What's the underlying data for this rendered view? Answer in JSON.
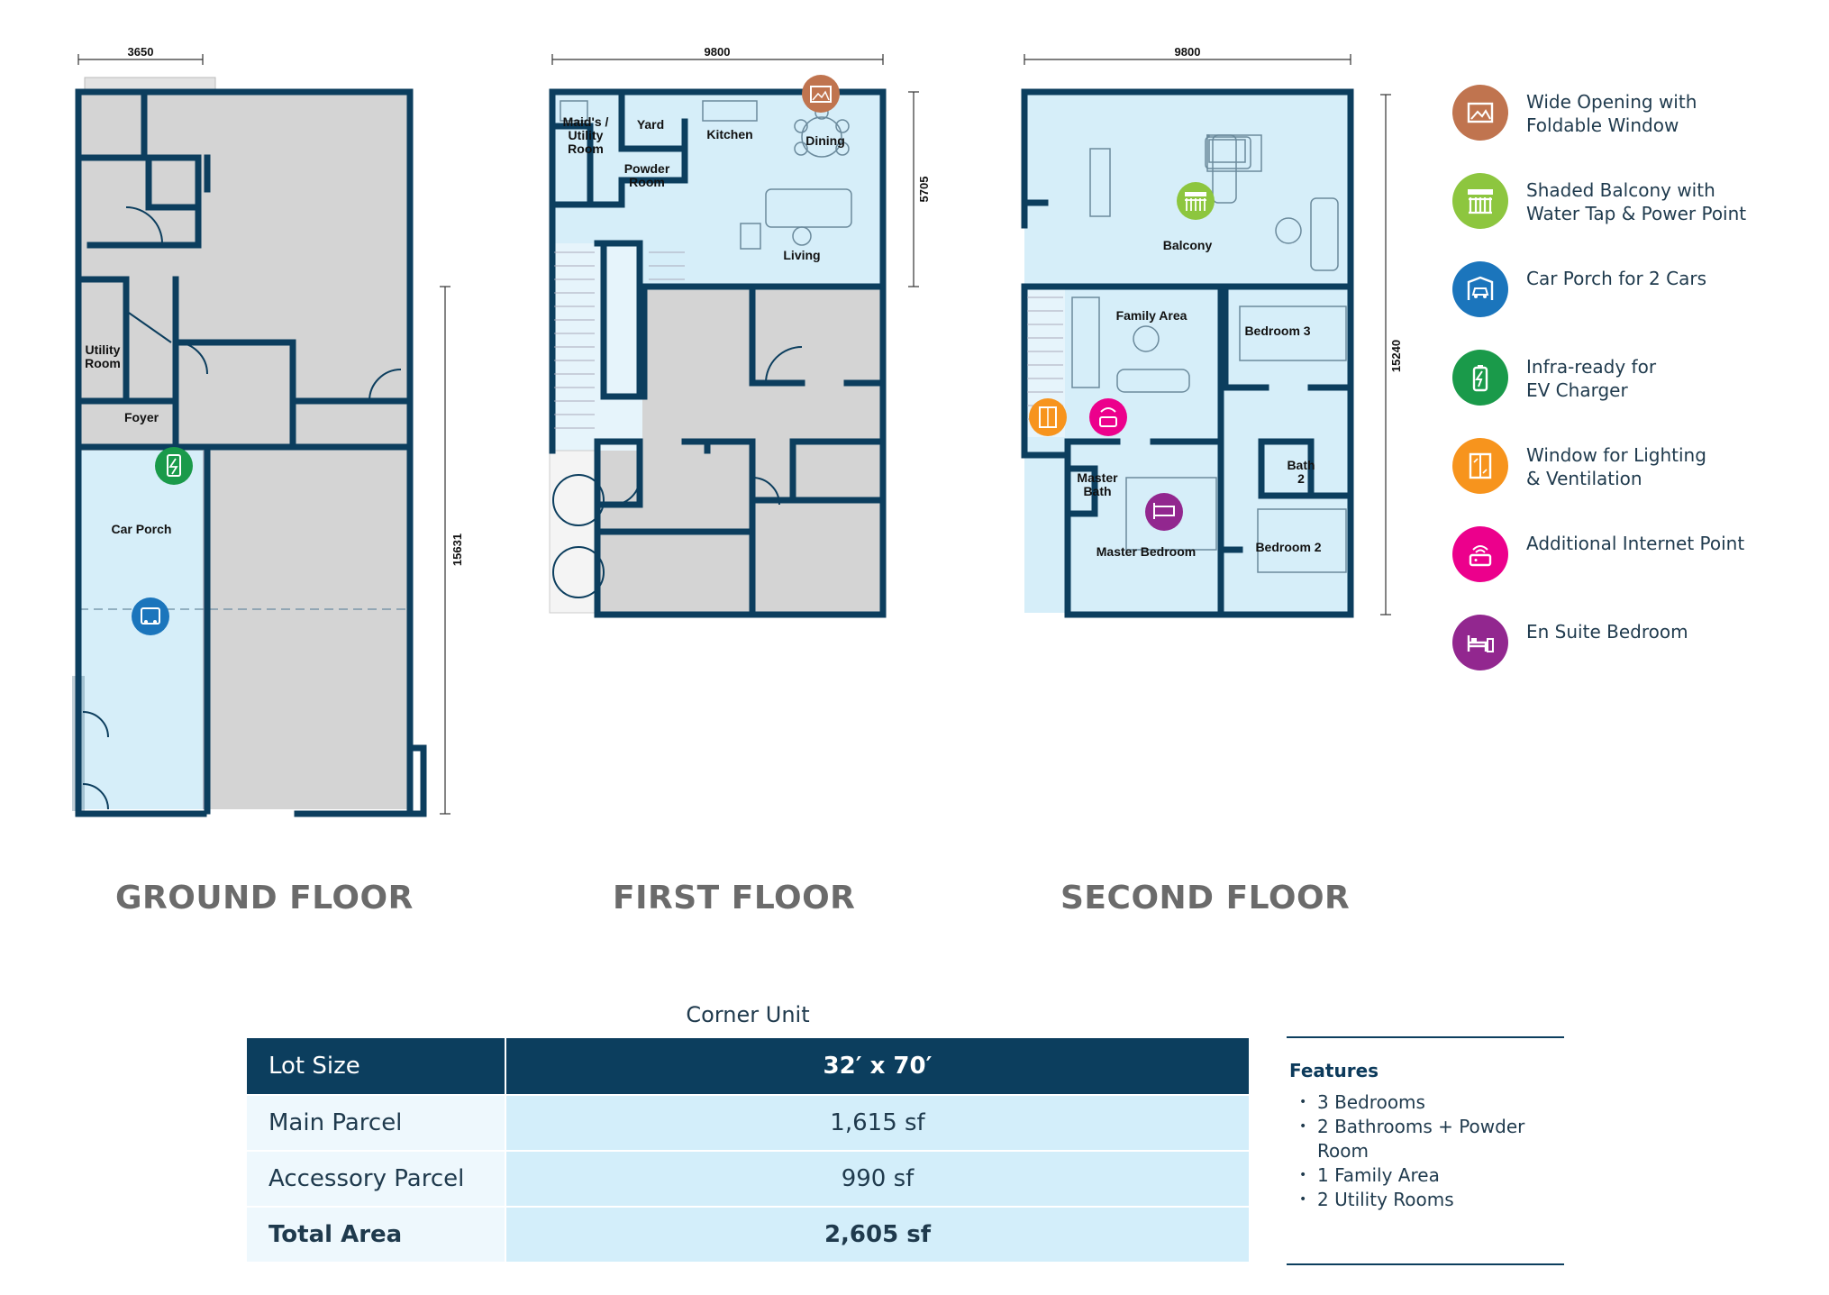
{
  "floors": [
    {
      "key": "ground",
      "title": "GROUND FLOOR",
      "width_dim": "3650",
      "height_dim": "15631",
      "rooms": [
        "Utility\nRoom",
        "Foyer",
        "Car Porch"
      ]
    },
    {
      "key": "first",
      "title": "FIRST FLOOR",
      "width_dim": "9800",
      "height_dim": "5705",
      "rooms": [
        "Maid's /\nUtility\nRoom",
        "Yard",
        "Kitchen",
        "Dining",
        "Powder\nRoom",
        "Living"
      ]
    },
    {
      "key": "second",
      "title": "SECOND FLOOR",
      "width_dim": "9800",
      "height_dim": "15240",
      "rooms": [
        "Balcony",
        "Family Area",
        "Bedroom 3",
        "Master\nBath",
        "Bath\n2",
        "Master Bedroom",
        "Bedroom 2"
      ]
    }
  ],
  "legend": [
    {
      "icon": "window-frame-icon",
      "color": "#c0744f",
      "text": "Wide Opening with\nFoldable Window"
    },
    {
      "icon": "balcony-icon",
      "color": "#8dc63f",
      "text": "Shaded Balcony with\nWater Tap & Power Point"
    },
    {
      "icon": "car-icon",
      "color": "#1b75bc",
      "text": "Car Porch for 2 Cars"
    },
    {
      "icon": "battery-icon",
      "color": "#1a9a4a",
      "text": "Infra-ready for\nEV Charger"
    },
    {
      "icon": "window-icon",
      "color": "#f7941d",
      "text": "Window for Lighting\n& Ventilation"
    },
    {
      "icon": "router-icon",
      "color": "#ec008c",
      "text": "Additional Internet Point"
    },
    {
      "icon": "bed-icon",
      "color": "#92278f",
      "text": "En Suite Bedroom"
    }
  ],
  "unit": {
    "caption": "Corner Unit",
    "rows": [
      {
        "label": "Lot Size",
        "value": "32′ x 70′"
      },
      {
        "label": "Main Parcel",
        "value": "1,615 sf"
      },
      {
        "label": "Accessory Parcel",
        "value": "990 sf"
      },
      {
        "label": "Total Area",
        "value": "2,605 sf"
      }
    ]
  },
  "features": {
    "title": "Features",
    "items": [
      "3 Bedrooms",
      "2 Bathrooms + Powder Room",
      "1 Family Area",
      "2 Utility Rooms"
    ]
  },
  "colors": {
    "wall": "#0c3e5e",
    "shade": "#d6eef9",
    "grey": "#d4d4d4"
  }
}
